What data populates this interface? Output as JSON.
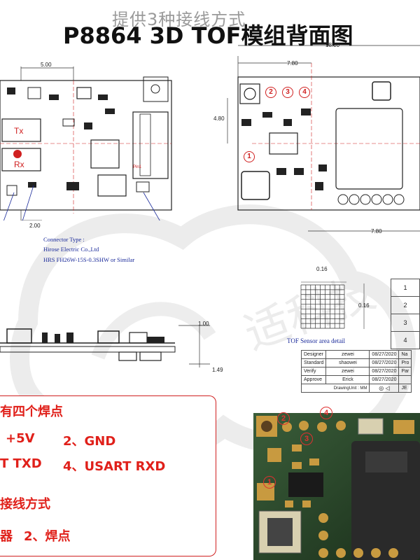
{
  "titles": {
    "back_title": "提供3种接线方式",
    "front_title": "P8864 3D TOF模组背面图"
  },
  "left_diagram": {
    "dim_top": "5.00",
    "dim_bottom": "2.00",
    "tx_label": "Tx",
    "rx_label": "Rx",
    "pin_label": "Pin1",
    "connector_line1": "Connector Type :",
    "connector_line2": "Hirose Electric Co.,Ltd",
    "connector_line3": "HRS FH26W-15S-0.3SHW or Similar"
  },
  "right_diagram": {
    "dim_top": "18.00",
    "dim_top_inner": "7.80",
    "dim_left": "4.80",
    "dim_bottom": "7.80",
    "pad_numbers": [
      "1",
      "2",
      "3",
      "4"
    ]
  },
  "side_view": {
    "dim_right": "1.00",
    "dim_bottom": "1.49"
  },
  "sensor_area": {
    "dim_w": "0.16",
    "dim_h": "0.16",
    "caption": "TOF Sensor area detail"
  },
  "row_table": [
    "1",
    "2",
    "3",
    "4"
  ],
  "title_block": {
    "rows": [
      {
        "label": "Designer",
        "name": "zewei",
        "date": "08/27/2020",
        "extra": "Na"
      },
      {
        "label": "Standard",
        "name": "shaowei",
        "date": "08/27/2020",
        "extra": "Pro"
      },
      {
        "label": "Verify",
        "name": "zewei",
        "date": "08/27/2020",
        "extra": "Par"
      },
      {
        "label": "Approve",
        "name": "Erick",
        "date": "08/27/2020",
        "extra": ""
      }
    ],
    "unit": "DrawingUnit : MM",
    "extra_right": "JE"
  },
  "notes": {
    "line1": "有四个焊点",
    "line2a": "+5V",
    "line2b": "2、GND",
    "line3a": "T TXD",
    "line3b": "4、USART RXD",
    "line4": "接线方式",
    "line5a": "器",
    "line5b": "2、焊点"
  },
  "photo": {
    "pad_numbers": [
      "1",
      "2",
      "3",
      "4"
    ]
  },
  "colors": {
    "accent_red": "#e0201a",
    "line_blue": "#1a2a9a",
    "pcb_copper": "#c89a40",
    "pcb_green": "#2c4a2c"
  }
}
